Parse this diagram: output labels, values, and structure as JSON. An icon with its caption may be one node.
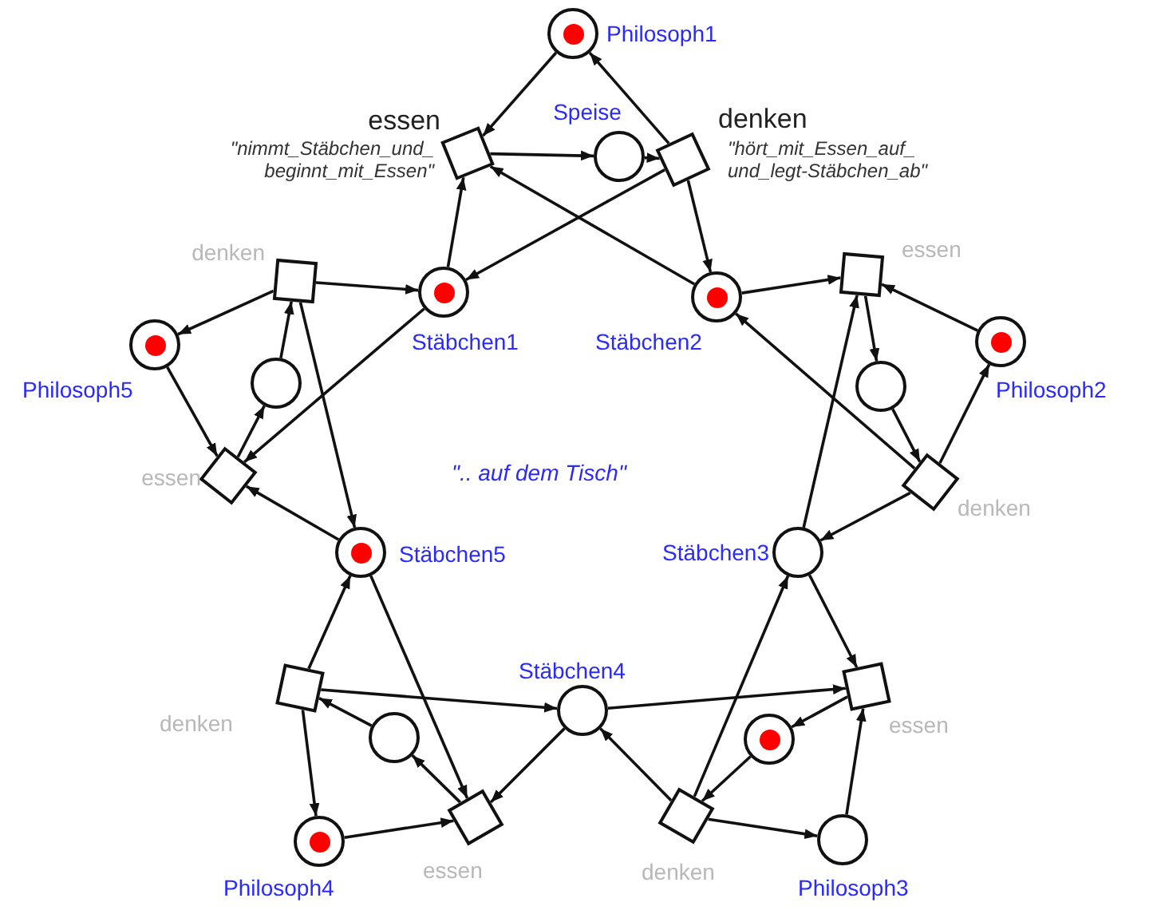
{
  "diagram": {
    "nodes": [
      {
        "text": [],
        "shape": "circle",
        "beside": [
          "Philosoph1"
        ]
      },
      {
        "text": [],
        "shape": "dot",
        "in": 0
      },
      {
        "text": [],
        "shape": "box",
        "beside": [
          "essen",
          "\"nimmt_Stäbchen_und_ beginnt_mit_Essen\""
        ]
      },
      {
        "text": [],
        "shape": "circle",
        "beside": [
          "Speise"
        ]
      },
      {
        "text": [],
        "shape": "box",
        "beside": [
          "denken",
          "\"hört_mit_Essen_auf_ und_legt-Stäbchen_ab\""
        ]
      },
      {
        "text": [],
        "shape": "box",
        "beside": [
          "denken"
        ]
      },
      {
        "text": [],
        "shape": "circle",
        "beside": [
          "Stäbchen1"
        ]
      },
      {
        "text": [],
        "shape": "dot",
        "in": 6
      },
      {
        "text": [],
        "shape": "circle",
        "beside": [
          "Stäbchen2"
        ]
      },
      {
        "text": [],
        "shape": "dot",
        "in": 8
      },
      {
        "text": [],
        "shape": "box",
        "beside": [
          "essen"
        ]
      },
      {
        "text": [],
        "shape": "circle",
        "beside": [
          "Philosoph5"
        ]
      },
      {
        "text": [],
        "shape": "dot",
        "in": 11
      },
      {
        "text": [],
        "shape": "circle",
        "beside": [
          "Philosoph2"
        ]
      },
      {
        "text": [],
        "shape": "dot",
        "in": 13
      },
      {
        "text": [],
        "shape": "circle"
      },
      {
        "text": [],
        "shape": "circle"
      },
      {
        "text": [],
        "shape": "box",
        "beside": [
          "essen"
        ]
      },
      {
        "text": [],
        "shape": "box",
        "beside": [
          "denken"
        ]
      },
      {
        "text": [],
        "shape": "circle",
        "beside": [
          "Stäbchen5"
        ]
      },
      {
        "text": [],
        "shape": "dot",
        "in": 19
      },
      {
        "text": [],
        "shape": "circle",
        "beside": [
          "Stäbchen3"
        ]
      },
      {
        "text": [],
        "shape": "box",
        "beside": [
          "denken"
        ]
      },
      {
        "text": [],
        "shape": "circle",
        "beside": [
          "Stäbchen4"
        ]
      },
      {
        "text": [],
        "shape": "box",
        "beside": [
          "essen"
        ]
      },
      {
        "text": [],
        "shape": "circle"
      },
      {
        "text": [],
        "shape": "circle"
      },
      {
        "text": [],
        "shape": "dot",
        "in": 26
      },
      {
        "text": [],
        "shape": "box",
        "beside": [
          "essen"
        ]
      },
      {
        "text": [],
        "shape": "box",
        "beside": [
          "denken"
        ]
      },
      {
        "text": [],
        "shape": "circle",
        "beside": [
          "Philosoph4"
        ]
      },
      {
        "text": [],
        "shape": "dot",
        "in": 30
      },
      {
        "text": [],
        "shape": "circle",
        "beside": [
          "Philosoph3"
        ]
      }
    ],
    "edges": [
      {
        "from": 0,
        "to": 2,
        "arrow": "to"
      },
      {
        "from": 4,
        "to": 0,
        "arrow": "to"
      },
      {
        "from": 2,
        "to": 3,
        "arrow": "to"
      },
      {
        "from": 3,
        "to": 4,
        "arrow": "to"
      },
      {
        "from": 6,
        "to": 2,
        "arrow": "to"
      },
      {
        "from": 4,
        "to": 6,
        "arrow": "to"
      },
      {
        "from": 8,
        "to": 2,
        "arrow": "to"
      },
      {
        "from": 4,
        "to": 8,
        "arrow": "to"
      },
      {
        "from": 5,
        "to": 11,
        "arrow": "to"
      },
      {
        "from": 5,
        "to": 6,
        "arrow": "to"
      },
      {
        "from": 15,
        "to": 5,
        "arrow": "to"
      },
      {
        "from": 5,
        "to": 19,
        "arrow": "to"
      },
      {
        "from": 11,
        "to": 17,
        "arrow": "to"
      },
      {
        "from": 17,
        "to": 15,
        "arrow": "to"
      },
      {
        "from": 6,
        "to": 17,
        "arrow": "to"
      },
      {
        "from": 19,
        "to": 17,
        "arrow": "to"
      },
      {
        "from": 8,
        "to": 10,
        "arrow": "to"
      },
      {
        "from": 13,
        "to": 10,
        "arrow": "to"
      },
      {
        "from": 10,
        "to": 16,
        "arrow": "to"
      },
      {
        "from": 16,
        "to": 18,
        "arrow": "to"
      },
      {
        "from": 18,
        "to": 13,
        "arrow": "to"
      },
      {
        "from": 18,
        "to": 8,
        "arrow": "to"
      },
      {
        "from": 21,
        "to": 10,
        "arrow": "to"
      },
      {
        "from": 18,
        "to": 21,
        "arrow": "to"
      },
      {
        "from": 22,
        "to": 19,
        "arrow": "to"
      },
      {
        "from": 22,
        "to": 30,
        "arrow": "to"
      },
      {
        "from": 22,
        "to": 23,
        "arrow": "to"
      },
      {
        "from": 25,
        "to": 22,
        "arrow": "to"
      },
      {
        "from": 19,
        "to": 28,
        "arrow": "to"
      },
      {
        "from": 30,
        "to": 28,
        "arrow": "to"
      },
      {
        "from": 28,
        "to": 25,
        "arrow": "to"
      },
      {
        "from": 23,
        "to": 28,
        "arrow": "to"
      },
      {
        "from": 21,
        "to": 24,
        "arrow": "to"
      },
      {
        "from": 23,
        "to": 24,
        "arrow": "to"
      },
      {
        "from": 24,
        "to": 26,
        "arrow": "to"
      },
      {
        "from": 32,
        "to": 24,
        "arrow": "to"
      },
      {
        "from": 26,
        "to": 29,
        "arrow": "to"
      },
      {
        "from": 29,
        "to": 21,
        "arrow": "to"
      },
      {
        "from": 29,
        "to": 23,
        "arrow": "to"
      },
      {
        "from": 29,
        "to": 32,
        "arrow": "to"
      }
    ],
    "labels": [
      "\".. auf dem Tisch\""
    ]
  }
}
